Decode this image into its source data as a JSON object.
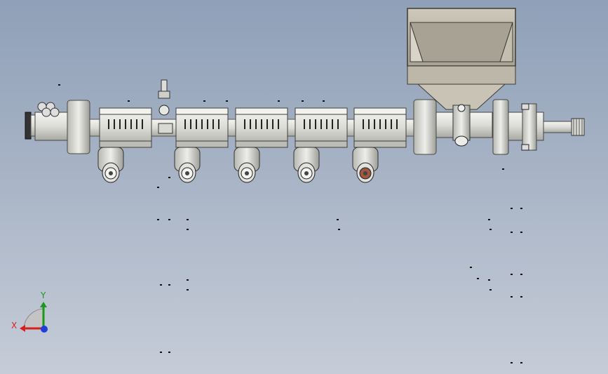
{
  "viewport": {
    "background_top": "#8fa0b8",
    "background_bottom": "#c6ccd8",
    "view": "Front"
  },
  "model": {
    "type": "single-screw-extruder",
    "barrel_heater_zones": 5,
    "vent_ports": 5,
    "components": [
      "die-head",
      "flange",
      "heater-zone",
      "vent-port",
      "hopper",
      "feed-throat",
      "gearbox-coupling",
      "drive-shaft"
    ],
    "colors": {
      "metal_light": "#e8e8e4",
      "metal_mid": "#c9c9c4",
      "metal_dark": "#6f6f6a",
      "hopper": "#bab4a6",
      "copper_port": "#a0573f"
    }
  },
  "triad": {
    "x_label": "X",
    "y_label": "Y",
    "x_color": "#d81f1f",
    "y_color": "#1a9a1a",
    "z_color": "#1f3fd8"
  }
}
